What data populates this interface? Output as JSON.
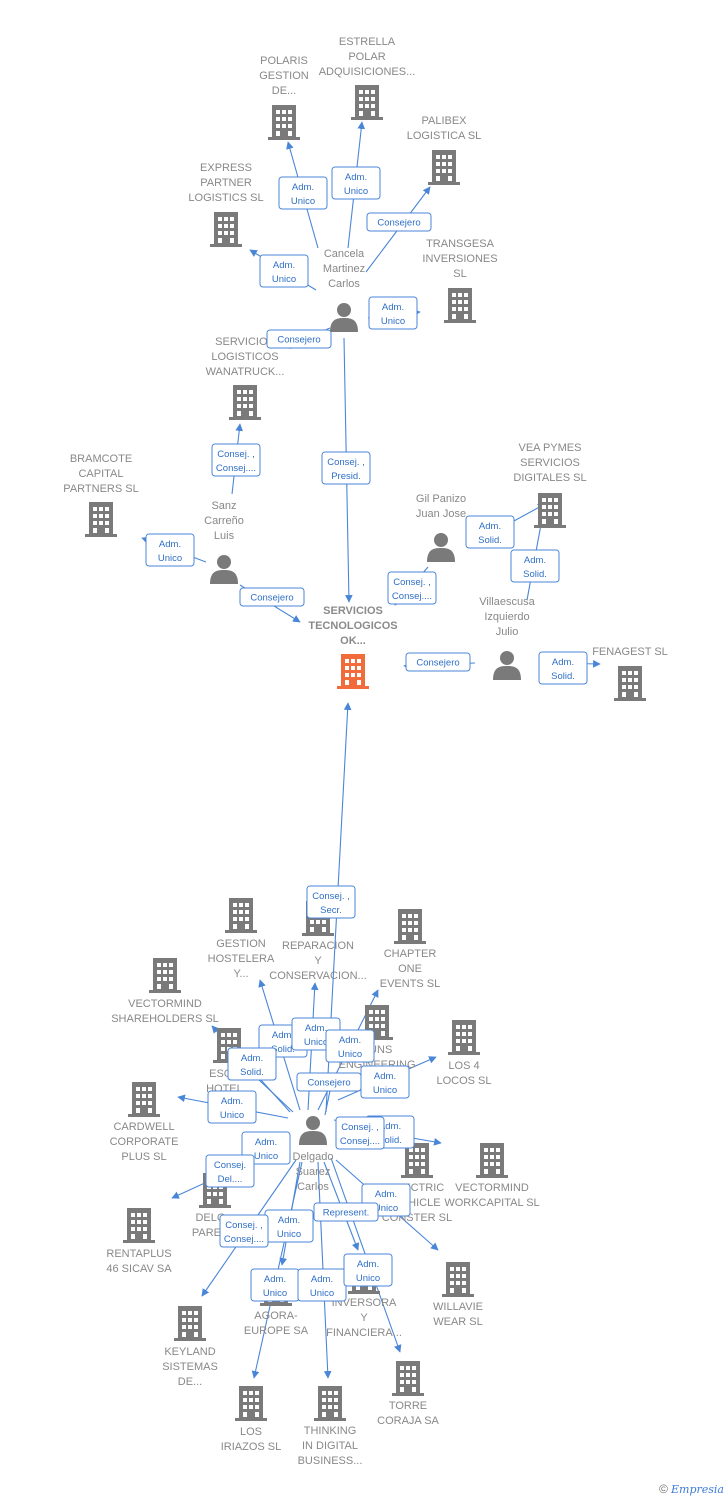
{
  "footer": {
    "copyright": "©",
    "brand": "Empresia"
  },
  "nodes": [
    {
      "id": "main",
      "type": "company",
      "main": true,
      "lines": [
        "SERVICIOS",
        "TECNOLOGICOS",
        "OK..."
      ]
    },
    {
      "id": "polaris",
      "type": "company",
      "lines": [
        "POLARIS",
        "GESTION",
        "DE..."
      ]
    },
    {
      "id": "estrella",
      "type": "company",
      "lines": [
        "ESTRELLA",
        "POLAR",
        "ADQUISICIONES..."
      ]
    },
    {
      "id": "palibex",
      "type": "company",
      "lines": [
        "PALIBEX",
        "LOGISTICA SL"
      ]
    },
    {
      "id": "express",
      "type": "company",
      "lines": [
        "EXPRESS",
        "PARTNER",
        "LOGISTICS  SL"
      ]
    },
    {
      "id": "transgesa",
      "type": "company",
      "lines": [
        "TRANSGESA",
        "INVERSIONES",
        "SL"
      ]
    },
    {
      "id": "cancela",
      "type": "person",
      "lines": [
        "Cancela",
        "Martinez",
        "Carlos"
      ]
    },
    {
      "id": "wanatruck",
      "type": "company",
      "lines": [
        "SERVICIOS",
        "LOGISTICOS",
        "WANATRUCK..."
      ]
    },
    {
      "id": "bramcote",
      "type": "company",
      "lines": [
        "BRAMCOTE",
        "CAPITAL",
        "PARTNERS  SL"
      ]
    },
    {
      "id": "sanz",
      "type": "person",
      "lines": [
        "Sanz",
        "Carreño",
        "Luis"
      ]
    },
    {
      "id": "gil",
      "type": "person",
      "lines": [
        "Gil Panizo",
        "Juan Jose"
      ]
    },
    {
      "id": "veapymes",
      "type": "company",
      "lines": [
        "VEA PYMES",
        "SERVICIOS",
        "DIGITALES  SL"
      ]
    },
    {
      "id": "villaescusa",
      "type": "person",
      "lines": [
        "Villaescusa",
        "Izquierdo",
        "Julio"
      ]
    },
    {
      "id": "fenagest",
      "type": "company",
      "lines": [
        "FENAGEST  SL"
      ]
    },
    {
      "id": "delgado",
      "type": "person",
      "lines": [
        "Delgado",
        "Suarez",
        "Carlos"
      ]
    },
    {
      "id": "gestion",
      "type": "company",
      "lines": [
        "GESTION",
        "HOSTELERA",
        "Y..."
      ]
    },
    {
      "id": "reparacion",
      "type": "company",
      "lines": [
        "REPARACION",
        "Y",
        "CONSERVACION..."
      ]
    },
    {
      "id": "chapter",
      "type": "company",
      "lines": [
        "CHAPTER",
        "ONE",
        "EVENTS  SL"
      ]
    },
    {
      "id": "vshare",
      "type": "company",
      "lines": [
        "VECTORMIND",
        "SHAREHOLDERS SL"
      ]
    },
    {
      "id": "escuela",
      "type": "company",
      "lines": [
        "ESCU...",
        "HOTEL...",
        "RU..."
      ]
    },
    {
      "id": "suns",
      "type": "company",
      "lines": [
        "SUNS",
        "ENGINEERING"
      ]
    },
    {
      "id": "los4",
      "type": "company",
      "lines": [
        "LOS 4",
        "LOCOS  SL"
      ]
    },
    {
      "id": "cardwell",
      "type": "company",
      "lines": [
        "CARDWELL",
        "CORPORATE",
        "PLUS  SL"
      ]
    },
    {
      "id": "electric",
      "type": "company",
      "lines": [
        "ELECTRIC",
        "VEHICLE",
        "CONSTER  SL"
      ]
    },
    {
      "id": "vwork",
      "type": "company",
      "lines": [
        "VECTORMIND",
        "WORKCAPITAL SL"
      ]
    },
    {
      "id": "delgpared",
      "type": "company",
      "lines": [
        "DELG...",
        "PARED..."
      ]
    },
    {
      "id": "rentaplus",
      "type": "company",
      "lines": [
        "RENTAPLUS",
        "46 SICAV SA"
      ]
    },
    {
      "id": "willavie",
      "type": "company",
      "lines": [
        "WILLAVIE",
        "WEAR SL"
      ]
    },
    {
      "id": "agora",
      "type": "company",
      "lines": [
        "AGORA-",
        "EUROPE SA"
      ]
    },
    {
      "id": "inversora",
      "type": "company",
      "lines": [
        "INVERSORA",
        "Y",
        "FINANCIERA..."
      ]
    },
    {
      "id": "keyland",
      "type": "company",
      "lines": [
        "KEYLAND",
        "SISTEMAS",
        "DE..."
      ]
    },
    {
      "id": "irazos",
      "type": "company",
      "lines": [
        "LOS",
        "IRIAZOS SL"
      ]
    },
    {
      "id": "thinking",
      "type": "company",
      "lines": [
        "THINKING",
        "IN DIGITAL",
        "BUSINESS..."
      ]
    },
    {
      "id": "torre",
      "type": "company",
      "lines": [
        "TORRE",
        "CORAJA SA"
      ]
    }
  ],
  "edges": [
    {
      "from": "cancela",
      "to": "polaris",
      "label": [
        "Adm.",
        "Unico"
      ]
    },
    {
      "from": "cancela",
      "to": "estrella",
      "label": [
        "Adm.",
        "Unico"
      ]
    },
    {
      "from": "cancela",
      "to": "palibex",
      "label": [
        "Consejero"
      ]
    },
    {
      "from": "cancela",
      "to": "express",
      "label": [
        "Adm.",
        "Unico"
      ]
    },
    {
      "from": "cancela",
      "to": "transgesa",
      "label": [
        "Adm.",
        "Unico"
      ]
    },
    {
      "from": "cancela",
      "to": "wanatruck",
      "label": [
        "Consejero"
      ]
    },
    {
      "from": "cancela",
      "to": "main",
      "label": [
        "Consej. ,",
        "Presid."
      ]
    },
    {
      "from": "sanz",
      "to": "wanatruck",
      "label": [
        "Consej. ,",
        "Consej...."
      ]
    },
    {
      "from": "sanz",
      "to": "bramcote",
      "label": [
        "Adm.",
        "Unico"
      ]
    },
    {
      "from": "sanz",
      "to": "main",
      "label": [
        "Consejero"
      ]
    },
    {
      "from": "gil",
      "to": "main",
      "label": [
        "Consej. ,",
        "Consej...."
      ]
    },
    {
      "from": "gil",
      "to": "veapymes",
      "label": [
        "Adm.",
        "Solid."
      ]
    },
    {
      "from": "villaescusa",
      "to": "veapymes",
      "label": [
        "Adm.",
        "Solid."
      ]
    },
    {
      "from": "villaescusa",
      "to": "main",
      "label": [
        "Consejero"
      ]
    },
    {
      "from": "villaescusa",
      "to": "fenagest",
      "label": [
        "Adm.",
        "Solid."
      ]
    },
    {
      "from": "delgado",
      "to": "main",
      "label": [
        "Consej. ,",
        "Secr."
      ]
    },
    {
      "from": "delgado",
      "to": "gestion",
      "label": [
        "Adm.",
        "Solid."
      ]
    },
    {
      "from": "delgado",
      "to": "reparacion",
      "label": [
        "Adm.",
        "Unico"
      ]
    },
    {
      "from": "delgado",
      "to": "chapter",
      "label": [
        "Adm.",
        "Unico"
      ]
    },
    {
      "from": "delgado",
      "to": "escuela",
      "label": [
        "Adm.",
        "Unico"
      ]
    },
    {
      "from": "delgado",
      "to": "suns",
      "label": [
        "Consejero"
      ]
    },
    {
      "from": "delgado",
      "to": "los4",
      "label": [
        "Adm.",
        "Unico"
      ]
    },
    {
      "from": "delgado",
      "to": "vshare",
      "label": [
        "Adm.",
        "Solid."
      ]
    },
    {
      "from": "delgado",
      "to": "cardwell",
      "label": [
        "Adm.",
        "Unico"
      ]
    },
    {
      "from": "delgado",
      "to": "electric",
      "label": [
        "Adm.",
        "Solid."
      ]
    },
    {
      "from": "delgado",
      "to": "vwork",
      "label": [
        "Consej. ,",
        "Consej...."
      ]
    },
    {
      "from": "delgado",
      "to": "delgpared",
      "label": [
        "Adm.",
        "Unico"
      ]
    },
    {
      "from": "delgado",
      "to": "rentaplus",
      "label": [
        "Consej.",
        "Del...."
      ]
    },
    {
      "from": "delgado",
      "to": "willavie",
      "label": [
        "Adm.",
        "Unico"
      ]
    },
    {
      "from": "delgado",
      "to": "agora",
      "label": [
        "Adm.",
        "Unico"
      ]
    },
    {
      "from": "delgado",
      "to": "inversora",
      "label": [
        "Represent."
      ]
    },
    {
      "from": "delgado",
      "to": "keyland",
      "label": [
        "Consej. ,",
        "Consej...."
      ]
    },
    {
      "from": "delgado",
      "to": "irazos",
      "label": [
        "Adm.",
        "Unico"
      ]
    },
    {
      "from": "delgado",
      "to": "thinking",
      "label": [
        "Adm.",
        "Unico"
      ]
    },
    {
      "from": "delgado",
      "to": "torre",
      "label": [
        "Adm.",
        "Unico"
      ]
    }
  ]
}
